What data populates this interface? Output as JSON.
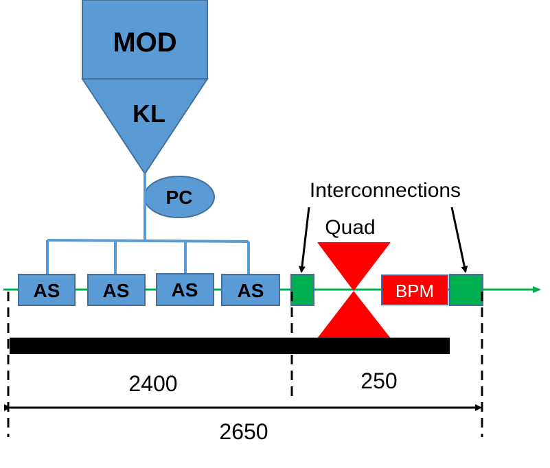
{
  "blocks": {
    "modulator": "MOD",
    "klystron": "KL",
    "controller": "PC",
    "sections": [
      "AS",
      "AS",
      "AS",
      "AS"
    ],
    "bpm": "BPM"
  },
  "labels": {
    "interconnections": "Interconnections",
    "quad": "Quad"
  },
  "dimensions": {
    "section_length": "2400",
    "quad_length": "250",
    "total_length": "2650"
  },
  "colors": {
    "section_fill": "#5B9BD5",
    "section_stroke": "#41719C",
    "interconnect_fill": "#00B050",
    "quad_fill": "#FF0000",
    "bpm_fill": "#FF0000",
    "beamline": "#00B050",
    "girder": "#000000"
  }
}
